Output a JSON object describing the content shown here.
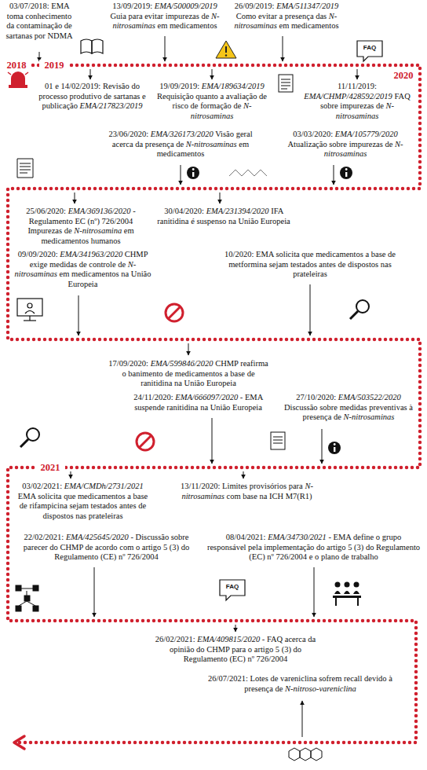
{
  "diagram": {
    "labels": [
      "2018",
      "2019",
      "03/07/2018: EMA toma conhecimento da contaminação de sartanas por NDMA",
      "13/09/2019: EMA/500009/2019 Guia para evitar impurezas de N-nitrosaminas em medicamentos",
      "26/09/2019: EMA/511347/2019 Como evitar a presença das N-nitrosaminas em medicamentos",
      "FAQ",
      "2020",
      "01 e 14/02/2019: Revisão do processo produtivo de sartanas e publicação EMA/217823/2019",
      "19/09/2019: EMA/189634/2019 Requisição quanto a avaliação de risco de formação de N-nitrosaminas",
      "11/11/2019: EMA/CHMP/428592/2019 FAQ sobre impurezas de N-nitrosaminas",
      "23/06/2020: EMA/326173/2020 Visão geral acerca da presença de N-nitrosaminas em medicamentos",
      "03/03/2020: EMA/105779/2020 Atualização sobre impurezas de N-nitrosaminas",
      "25/06/2020: EMA/369136/2020 - Regulamento EC (nº) 726/2004 Impurezas de N-nitrosamina em medicamentos humanos",
      "30/04/2020: EMA/231394/2020 IFA ranitidina é suspenso na União Europeia",
      "09/09/2020: EMA/341963/2020 CHMP exige medidas de controle de N-nitrosaminas em medicamentos na União Europeia",
      "10/2020: EMA solicita que medicamentos a base de metformina sejam testados antes de dispostos nas prateleiras",
      "17/09/2020: EMA/599846/2020 CHMP reafirma o banimento de medicamentos a base de ranitidina na União Europeia",
      "24/11/2020: EMA/666097/2020 - EMA suspende ranitidina na União Europeia",
      "27/10/2020: EMA/503522/2020 Discussão sobre medidas preventivas à presença de N-nitrosaminas",
      "2021",
      "03/02/2021: EMA/CMDh/2731/2021 EMA solicita que medicamentos a base de rifampicina sejam testados antes de dispostos nas prateleiras",
      "13/11/2020: Limites provisórios para N-nitrosaminas com base na ICH M7(R1)",
      "22/02/2021: EMA/425645/2020 - Discussão sobre parecer do CHMP de acordo com o artigo 5 (3) do Regulamento (CE) nº 726/2004",
      "08/04/2021: EMA/34730/2021 - EMA define o grupo responsável pela implementação do artigo 5 (3) do Regulamento (EC) nº 726/2004 e o plano de trabalho",
      "FAQ",
      "26/02/2021: EMA/409815/2020 - FAQ acerca da opinião do CHMP para o artigo 5 (3) do Regulamento (EC) nº 726/2004",
      "26/07/2021: Lotes de vareniclina sofrem recall devido à presença de N-nitroso-vareniclina"
    ]
  }
}
